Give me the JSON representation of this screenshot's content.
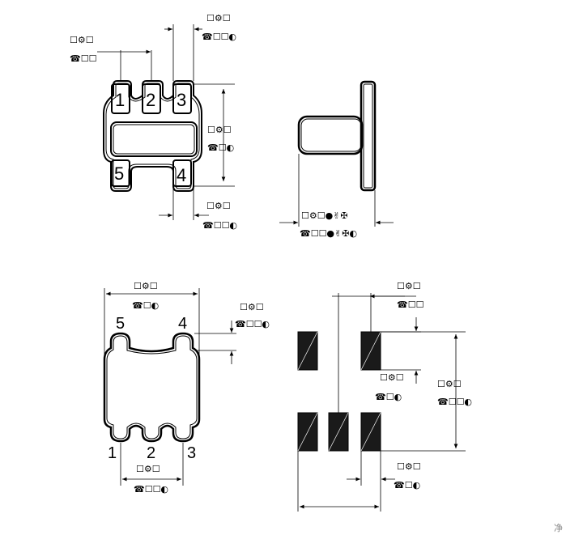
{
  "top_view": {
    "pins": [
      "1",
      "2",
      "3",
      "5",
      "4"
    ]
  },
  "bottom_view": {
    "pins_top": [
      "5",
      "4"
    ],
    "pins_bottom": [
      "1",
      "2",
      "3"
    ]
  },
  "dimension_labels": {
    "d1_upper": "☐⚙☐",
    "d1_lower": "☎☐☐",
    "d2_upper": "☐⚙☐",
    "d2_lower": "☎☐☐◐",
    "d3_upper": "☐⚙☐",
    "d3_lower": "☎☐◐",
    "d4_upper": "☐⚙☐",
    "d4_lower": "☎☐☐◐",
    "d5_upper": "☐⚙☐●✌✠",
    "d5_lower": "☎☐☐●✌✠◐",
    "d6_upper": "☐⚙☐",
    "d6_lower": "☎☐◐",
    "d7_upper": "☐⚙☐",
    "d7_lower": "☎☐☐◐",
    "d8_upper": "☐⚙☐",
    "d8_lower": "☎☐☐◐",
    "d9_upper": "☐⚙☐",
    "d9_lower": "☎☐☐",
    "d10_upper": "☐⚙☐",
    "d10_lower": "☎☐◐",
    "d11_upper": "☐⚙☐",
    "d11_lower": "☎☐☐◐",
    "d12_upper": "☐⚙☐",
    "d12_lower": "☎☐◐"
  },
  "corner_mark": "净"
}
